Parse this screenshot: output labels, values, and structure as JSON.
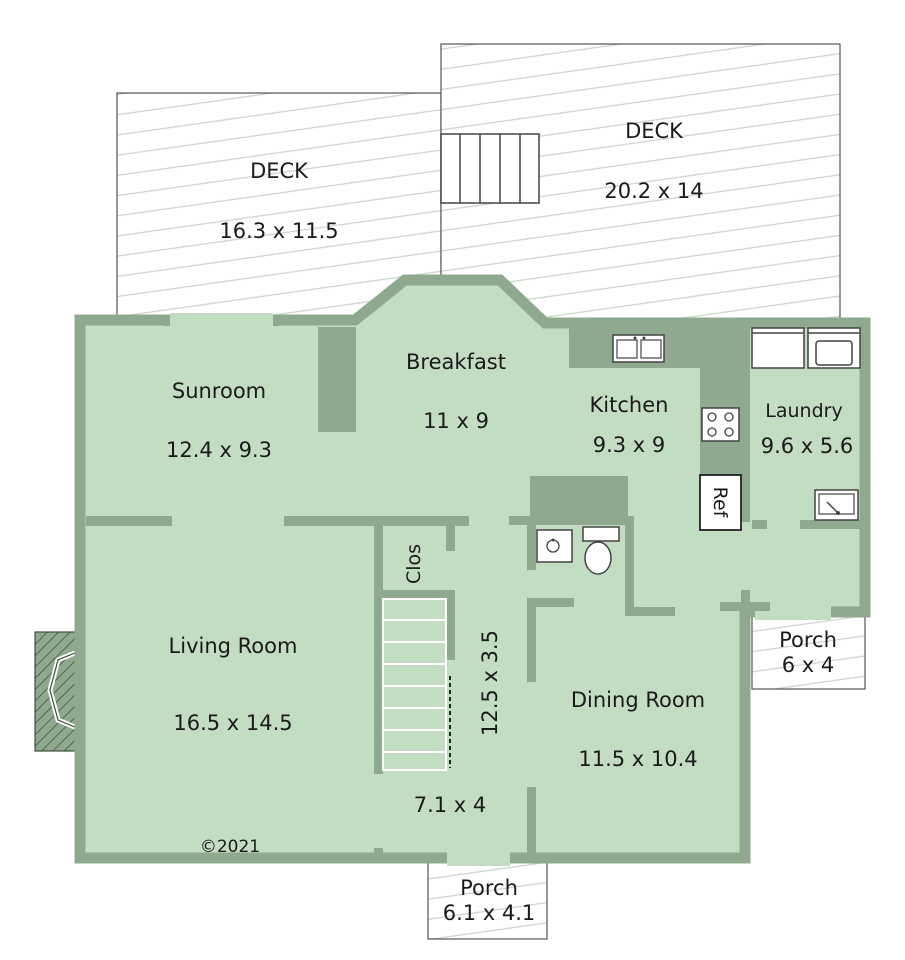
{
  "floorplan": {
    "colors": {
      "floor": "#c2ddc2",
      "wall": "#8fa98f",
      "deck": "#ffffff",
      "deck_line": "#c9d6c9",
      "outline": "#555555",
      "fixture": "#ffffff"
    },
    "rooms": {
      "deck_left": {
        "name": "DECK",
        "dims": "16.3 x 11.5"
      },
      "deck_right": {
        "name": "DECK",
        "dims": "20.2 x 14"
      },
      "sunroom": {
        "name": "Sunroom",
        "dims": "12.4 x 9.3"
      },
      "breakfast": {
        "name": "Breakfast",
        "dims": "11 x 9"
      },
      "kitchen": {
        "name": "Kitchen",
        "dims": "9.3 x 9"
      },
      "laundry": {
        "name": "Laundry",
        "dims": "9.6 x 5.6"
      },
      "living_room": {
        "name": "Living Room",
        "dims": "16.5 x 14.5"
      },
      "dining_room": {
        "name": "Dining Room",
        "dims": "11.5 x 10.4"
      },
      "hall": {
        "dims": "12.5 x 3.5"
      },
      "foyer": {
        "dims": "7.1 x 4"
      },
      "closet": {
        "name": "Clos"
      },
      "porch_side": {
        "name": "Porch",
        "dims": "6 x 4"
      },
      "porch_front": {
        "name": "Porch",
        "dims": "6.1 x 4.1"
      }
    },
    "fixtures": {
      "refrigerator": "Ref"
    },
    "copyright": "©2021"
  }
}
